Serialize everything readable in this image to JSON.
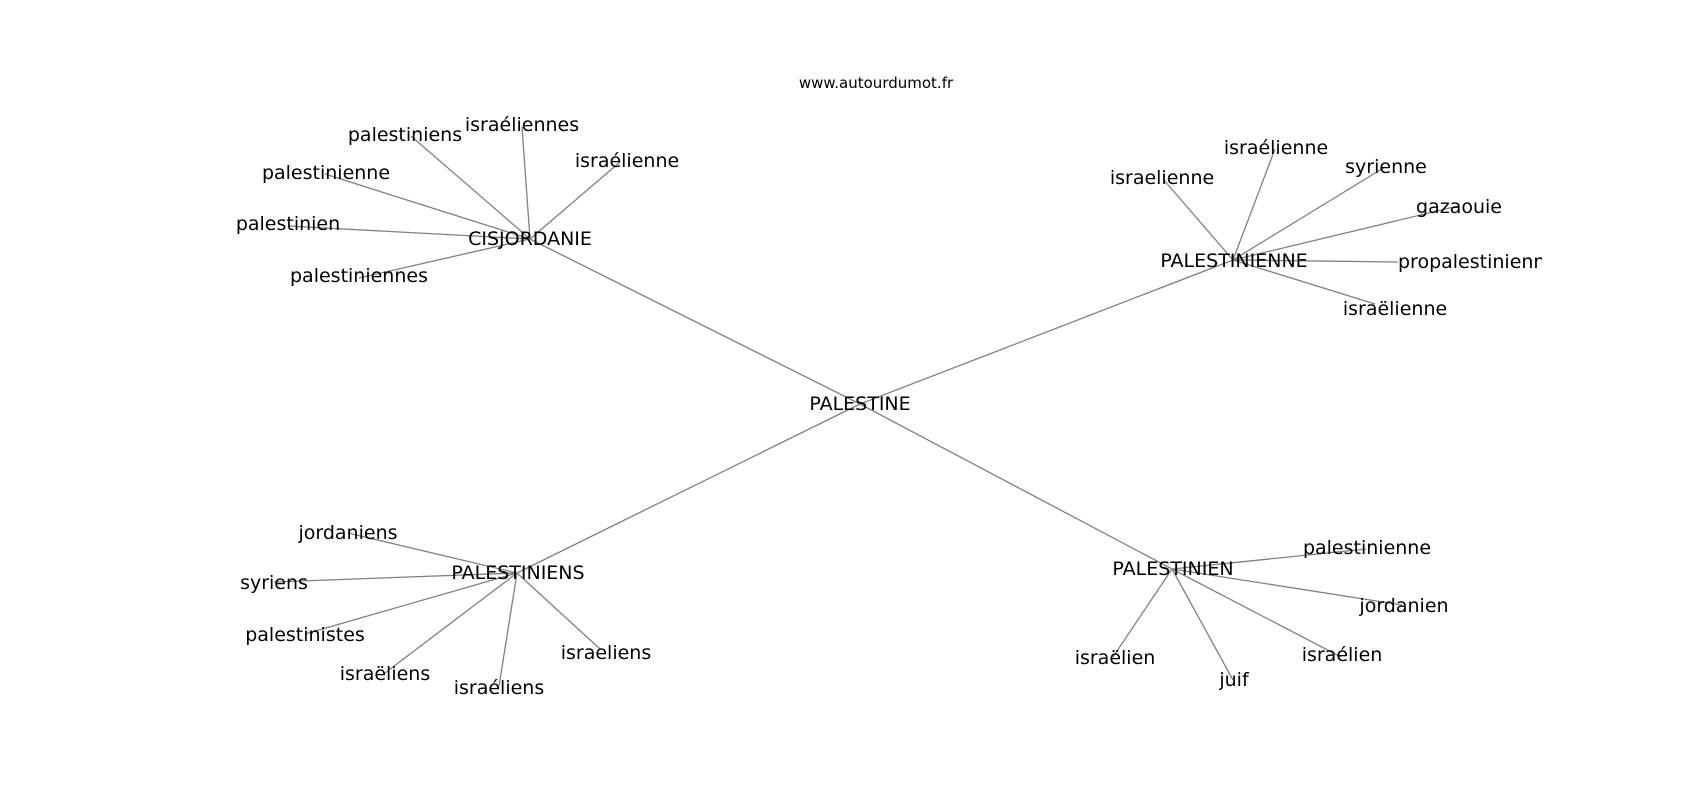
{
  "site": "www.autourdumot.fr",
  "center": "PALESTINE",
  "clusters": [
    {
      "hub": "CISJORDANIE",
      "leaves": [
        "palestiniens",
        "israéliennes",
        "israélienne",
        "palestinienne",
        "palestinien",
        "palestiniennes"
      ]
    },
    {
      "hub": "PALESTINIENNE",
      "leaves": [
        "israelienne",
        "israélienne",
        "syrienne",
        "gazaouie",
        "propalestinienne",
        "israëlienne"
      ]
    },
    {
      "hub": "PALESTINIENS",
      "leaves": [
        "jordaniens",
        "syriens",
        "palestinistes",
        "israëliens",
        "israéliens",
        "israeliens"
      ]
    },
    {
      "hub": "PALESTINIEN",
      "leaves": [
        "palestinienne",
        "jordanien",
        "israélien",
        "juif",
        "israëlien"
      ]
    }
  ]
}
